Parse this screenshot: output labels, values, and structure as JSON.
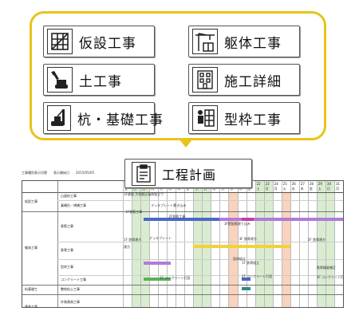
{
  "menu": {
    "items": [
      {
        "label": "仮設工事",
        "icon": "scaffold-icon"
      },
      {
        "label": "躯体工事",
        "icon": "crane-icon"
      },
      {
        "label": "土工事",
        "icon": "excavator-icon"
      },
      {
        "label": "施工詳細",
        "icon": "building-plan-icon"
      },
      {
        "label": "杭・基礎工事",
        "icon": "pile-driver-icon"
      },
      {
        "label": "型枠工事",
        "icon": "formwork-worker-icon"
      }
    ],
    "highlight_color": "#e8c419"
  },
  "plan_button": {
    "label": "工程計画",
    "icon": "schedule-clipboard-icon"
  },
  "sheet": {
    "toolbar": [
      "工事種別表示切替",
      "表示開始日",
      "2015/05/05"
    ],
    "day_numbers": [
      "7",
      "8",
      "9",
      "10",
      "11",
      "12",
      "13",
      "14",
      "15",
      "16",
      "17",
      "18",
      "19",
      "20",
      "21",
      "22",
      "23",
      "24",
      "25",
      "26",
      "27",
      "28",
      "29",
      "30",
      "31"
    ],
    "weekdays": [
      "金",
      "土",
      "日",
      "月",
      "火",
      "水",
      "木",
      "金",
      "土",
      "日",
      "月",
      "火",
      "水",
      "木",
      "金",
      "土",
      "日",
      "月",
      "火",
      "水",
      "木",
      "金",
      "土",
      "日",
      "月"
    ],
    "weekend_columns": [
      1,
      2,
      8,
      9,
      15,
      16,
      22,
      23
    ],
    "categories": [
      {
        "label": "仮設工事",
        "rows": [
          "山留杭工事",
          "乗構台・桟橋工事"
        ]
      },
      {
        "label": "躯体工事",
        "rows": [
          "鉄筋工事",
          "鉄骨工事",
          "型枠工事",
          "コンクリート工事"
        ]
      },
      {
        "label": "杭基礎工",
        "rows": [
          "整地杭土工事"
        ]
      },
      {
        "label": "建具工事",
        "rows": [
          "外装建具工事",
          ""
        ]
      }
    ],
    "annotations": [
      "3F鉄筋 大柱筋圧接前組立て",
      "デッキプレート敷き込み",
      "1F鉄筋工事",
      "2F鉄筋工事",
      "3F壁配筋建て込み",
      "1F 鉄骨建方",
      "デッキプレート",
      "2F 鉄骨建方",
      "3F 鉄骨建方",
      "1F 鉄骨組立",
      "型枠組立",
      "1F コンクリート打設",
      "2F コンクリート打設",
      "3F コンクリート打設",
      "建方",
      "鉄骨精度補正"
    ],
    "colors": {
      "weekend": "#d9ecd0",
      "highlight": "#f9d3bd",
      "bar_purple": "#b07ad9",
      "bar_blue": "#4a67c8",
      "bar_teal": "#2a8a8a",
      "bar_pink": "#e86aa0",
      "bar_green": "#58b25a",
      "bar_yellow": "#f2d23a",
      "bar_magenta": "#c33ca3"
    }
  }
}
